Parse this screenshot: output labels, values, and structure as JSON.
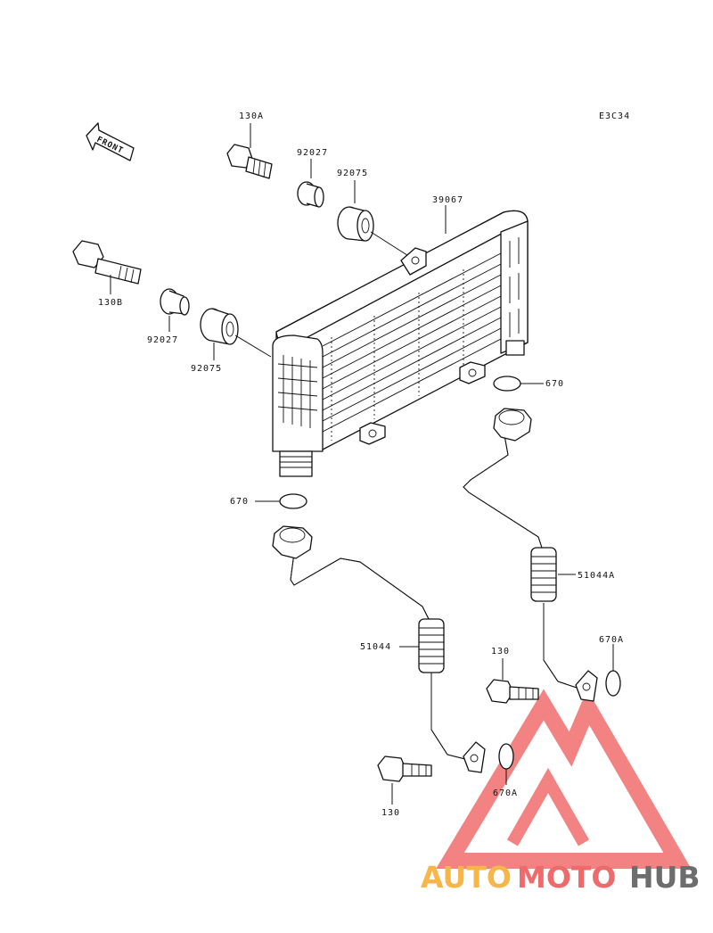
{
  "diagram": {
    "code": "E3C34",
    "front_label": "FRONT",
    "parts": {
      "bolt_130A": "130A",
      "collar_92027_top": "92027",
      "grommet_92075_top": "92075",
      "cooler_39067": "39067",
      "bolt_130B": "130B",
      "collar_92027_left": "92027",
      "grommet_92075_left": "92075",
      "oring_670_right": "670",
      "oring_670_left": "670",
      "pipe_51044A": "51044A",
      "pipe_51044": "51044",
      "bolt_130_mid": "130",
      "bolt_130_bottom": "130",
      "oring_670A_right": "670A",
      "oring_670A_left": "670A"
    }
  },
  "watermark": {
    "text_auto": "AUTO",
    "text_moto": "MOTO",
    "text_hub": "HUB",
    "colors": {
      "auto": "#f6b64a",
      "moto": "#ef6b6b",
      "hub": "#6d6d6d",
      "triangle": "#ef5a5a"
    }
  }
}
